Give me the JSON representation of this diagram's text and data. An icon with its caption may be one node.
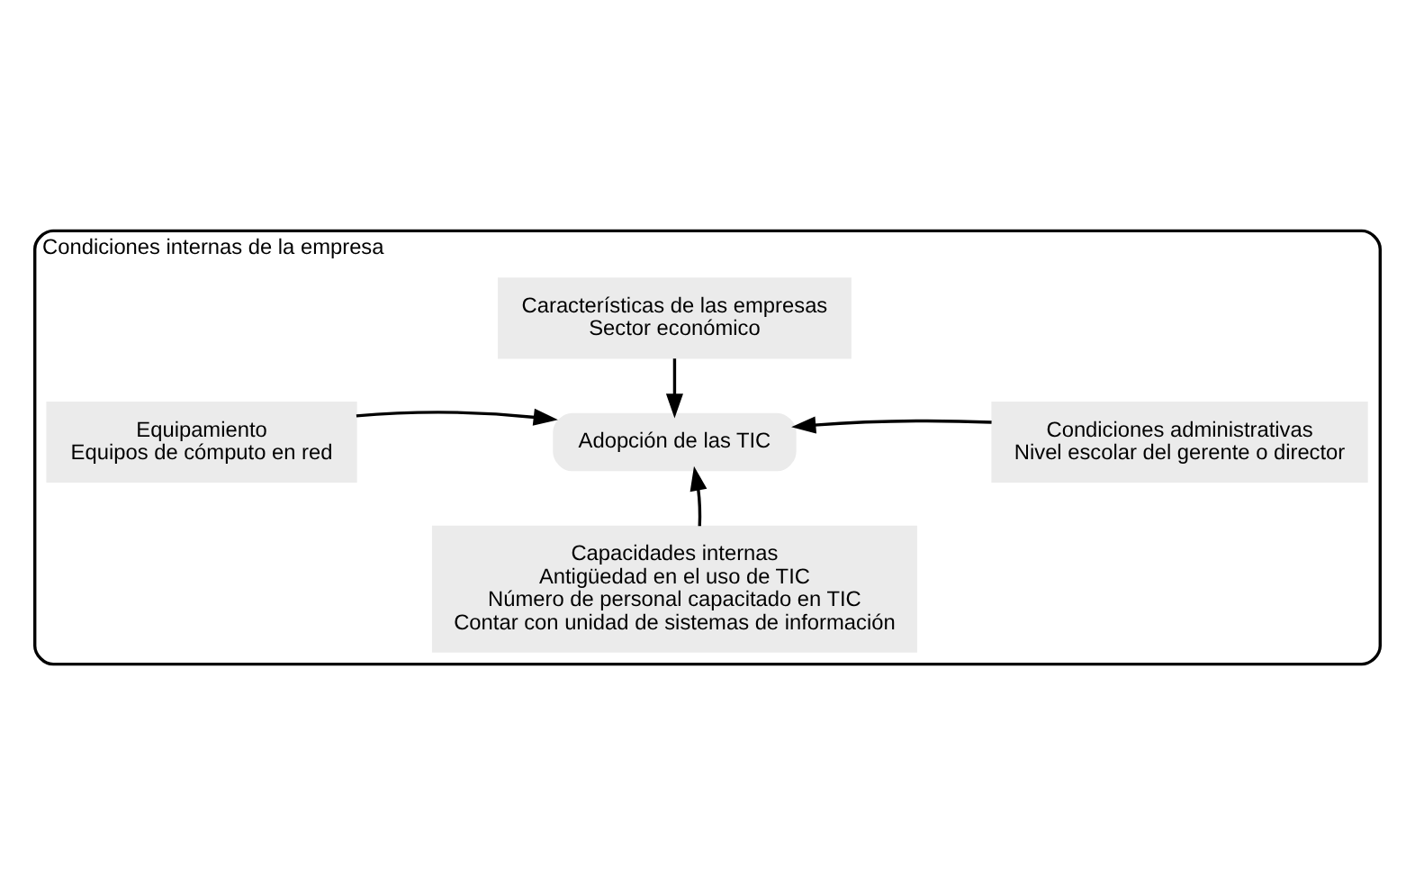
{
  "diagram": {
    "nodes": [
      {
        "text": [
          "Condiciones internas de la empresa"
        ]
      },
      {
        "text": [
          "Características de las empresas",
          "Sector económico"
        ],
        "in": 0
      },
      {
        "text": [
          "Equipamiento",
          "Equipos de cómputo en red"
        ],
        "in": 0
      },
      {
        "text": [
          "Adopción de las TIC"
        ],
        "in": 0
      },
      {
        "text": [
          "Condiciones administrativas",
          "Nivel escolar del gerente o director"
        ],
        "in": 0
      },
      {
        "text": [
          "Capacidades internas",
          "Antigüedad en el uso de TIC",
          "Número de personal capacitado en TIC",
          "Contar con unidad de sistemas de información"
        ],
        "in": 0
      }
    ],
    "edges": [
      {
        "from": 1,
        "to": 3,
        "arrow": "to"
      },
      {
        "from": 2,
        "to": 3,
        "arrow": "to"
      },
      {
        "from": 4,
        "to": 3,
        "arrow": "to"
      },
      {
        "from": 5,
        "to": 3,
        "arrow": "to"
      }
    ]
  }
}
